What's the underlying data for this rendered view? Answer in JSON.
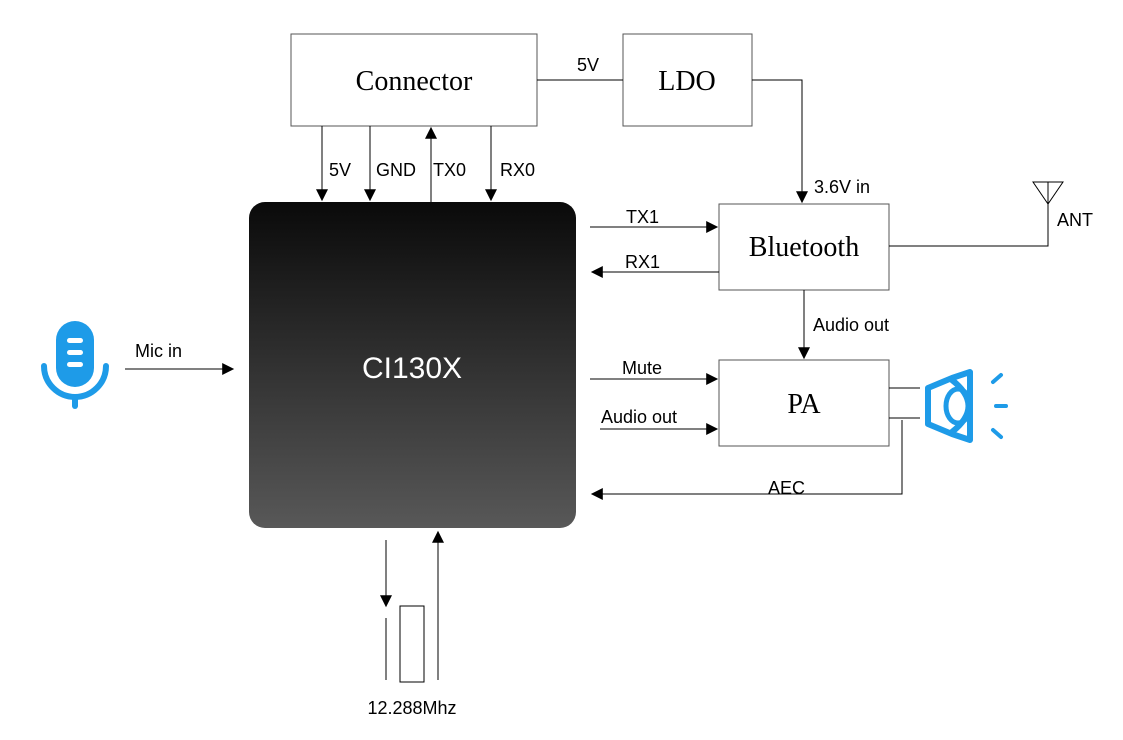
{
  "blocks": {
    "connector": "Connector",
    "ldo": "LDO",
    "bluetooth": "Bluetooth",
    "pa": "PA",
    "chip": "CI130X"
  },
  "signals": {
    "connector_to_ldo": "5V",
    "ldo_to_bluetooth": "3.6V in",
    "conn_5v": "5V",
    "conn_gnd": "GND",
    "conn_tx0": "TX0",
    "conn_rx0": "RX0",
    "tx1": "TX1",
    "rx1": "RX1",
    "bt_audio_out": "Audio out",
    "mute": "Mute",
    "chip_audio_out": "Audio out",
    "aec": "AEC",
    "mic_in": "Mic in",
    "antenna": "ANT",
    "crystal": "12.288Mhz"
  },
  "icons": {
    "microphone": "microphone-icon",
    "speaker": "speaker-icon",
    "antenna": "antenna-icon",
    "crystal": "crystal-oscillator-icon"
  },
  "colors": {
    "chip_top": "#0a0a0a",
    "chip_bottom": "#585858",
    "icon_blue": "#1e9be8",
    "line": "#000000"
  }
}
